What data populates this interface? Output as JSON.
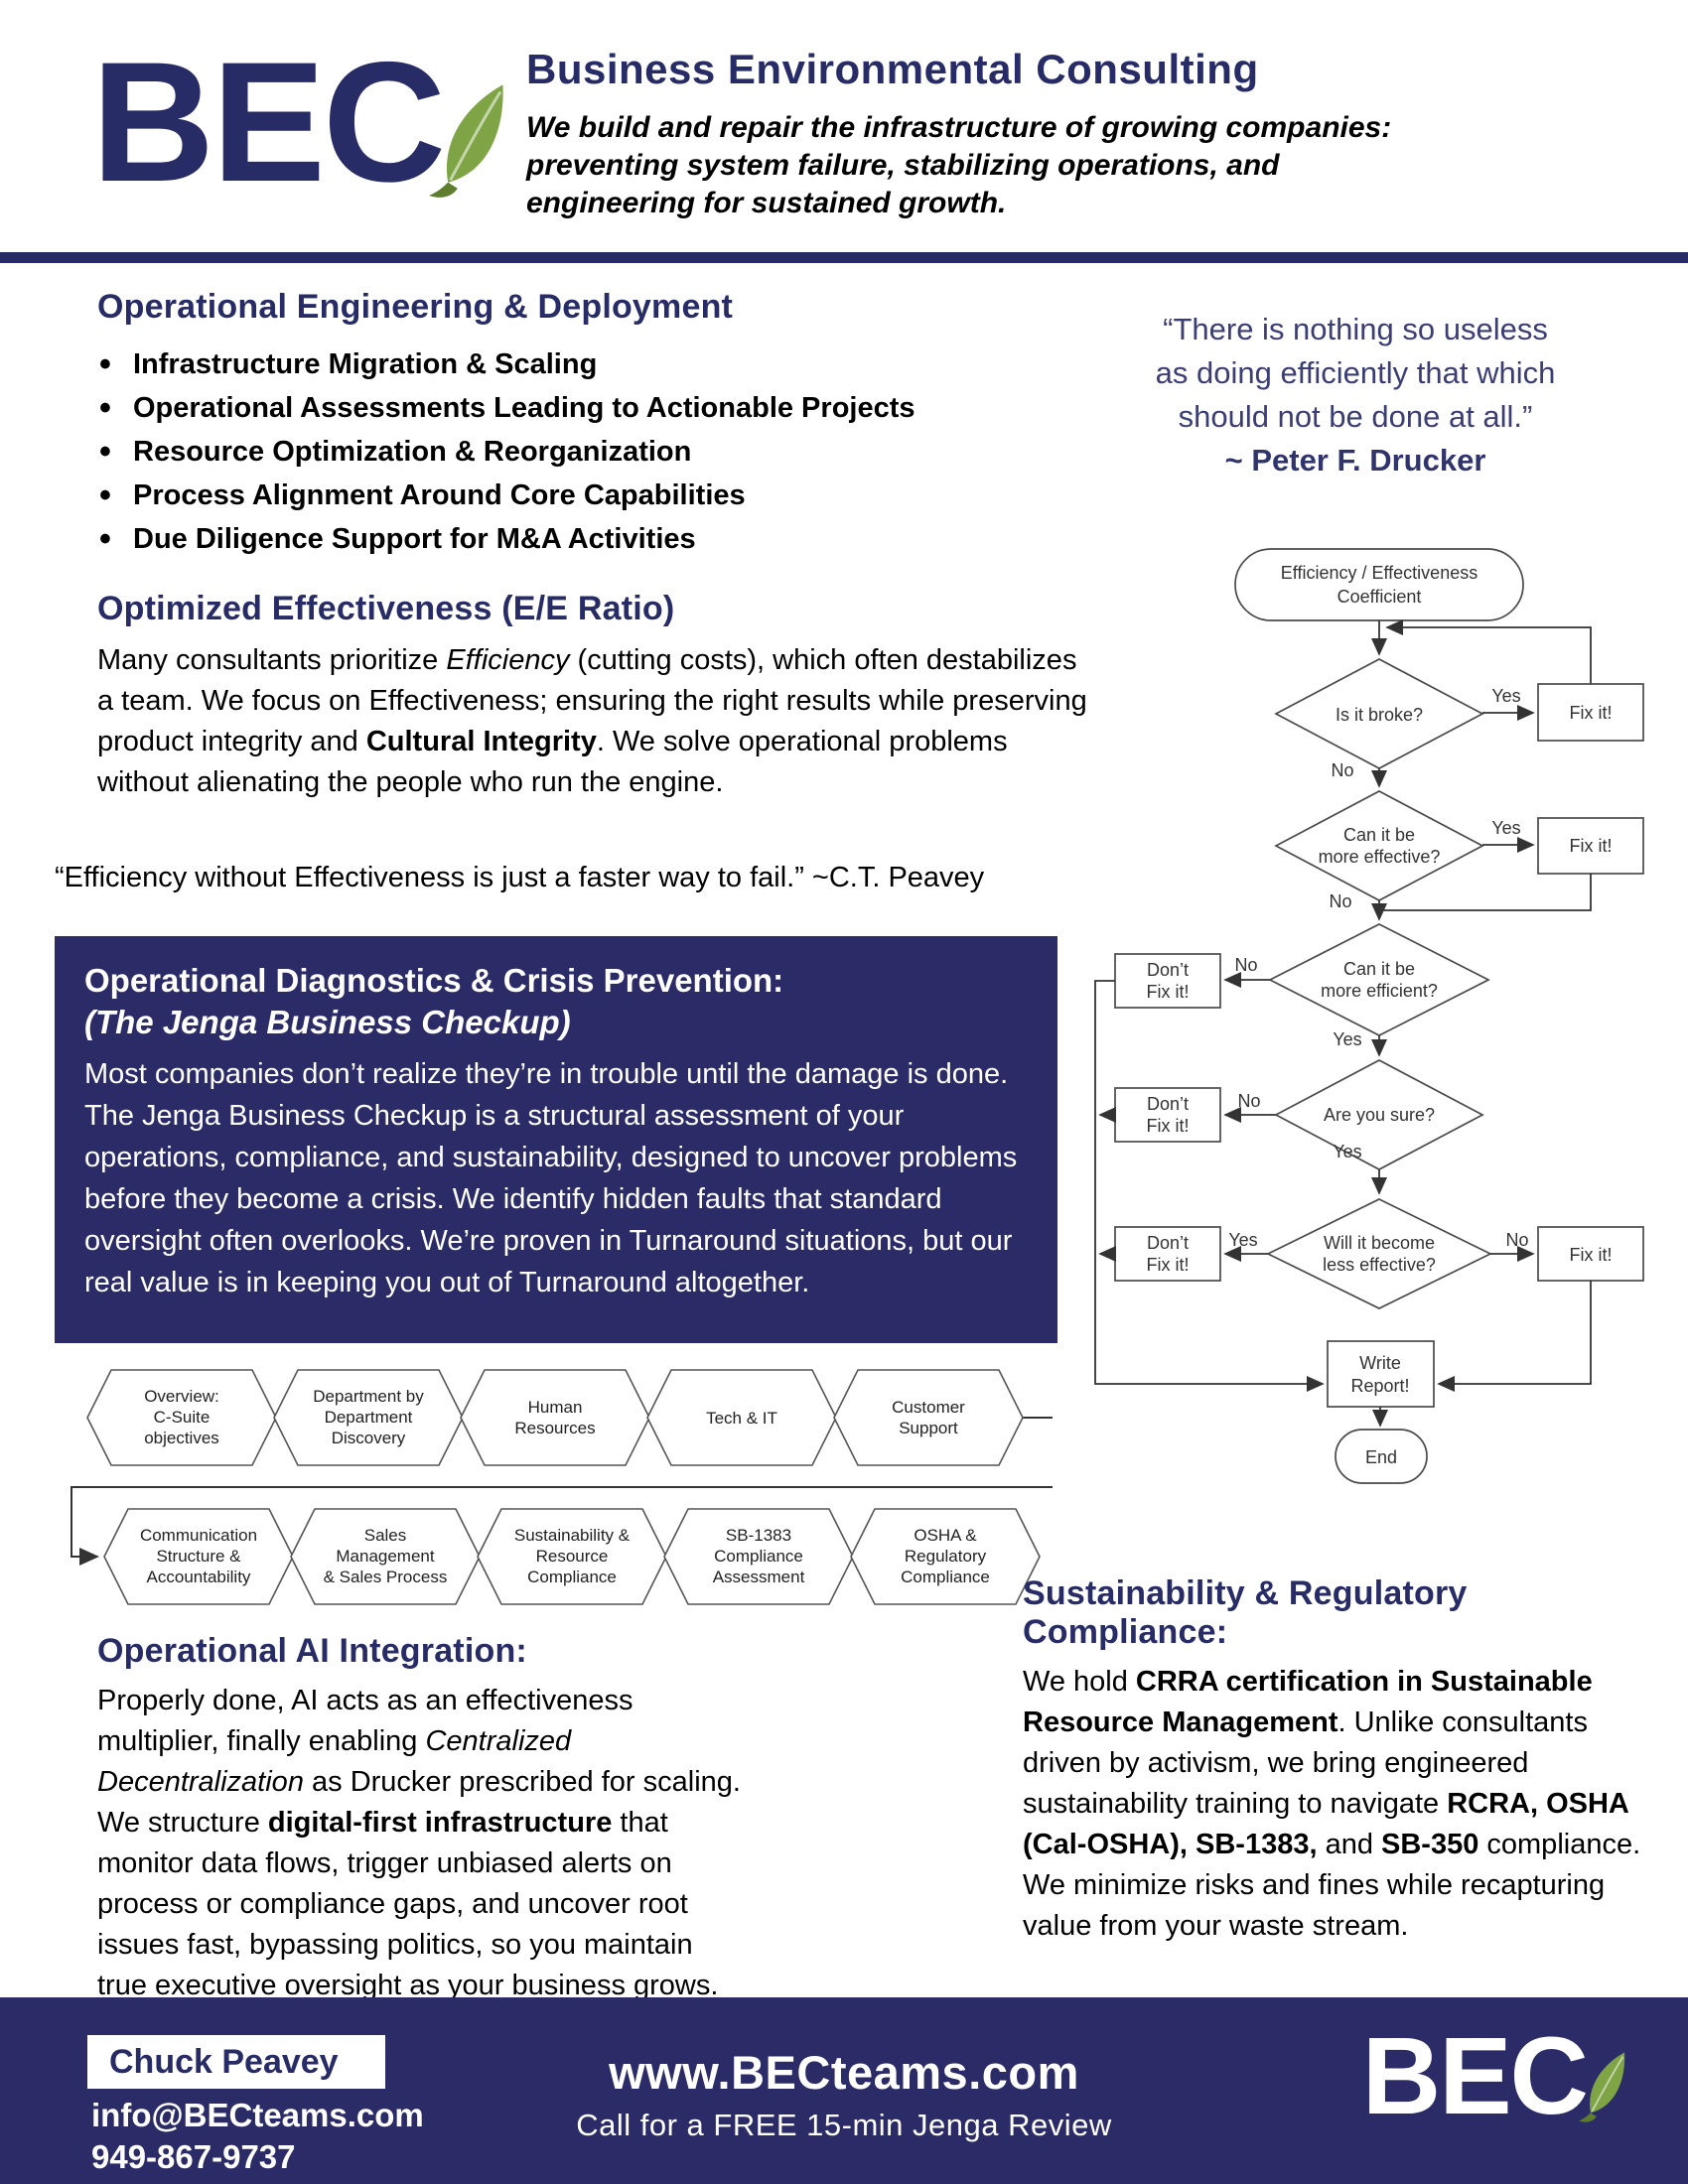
{
  "header": {
    "logo_text": "BEC",
    "title": "Business Environmental Consulting",
    "tagline_lines": [
      "We build and repair the infrastructure of growing companies:",
      "preventing system failure, stabilizing operations, and",
      "engineering for sustained growth."
    ]
  },
  "colors": {
    "navy": "#2b2b68",
    "heading_navy": "#272c67",
    "leaf_green": "#7ea445",
    "leaf_dark_green": "#5f7e2d"
  },
  "sections": {
    "operational_engineering": {
      "heading": "Operational Engineering & Deployment",
      "bullets": [
        "Infrastructure Migration & Scaling",
        "Operational Assessments Leading to Actionable Projects",
        "Resource Optimization & Reorganization",
        "Process Alignment Around Core Capabilities",
        "Due Diligence Support for M&A Activities"
      ]
    },
    "optimized_effectiveness": {
      "heading": "Optimized Effectiveness (E/E Ratio)",
      "body": [
        {
          "text": "Many consultants prioritize ",
          "style": "normal"
        },
        {
          "text": "Efficiency",
          "style": "italic"
        },
        {
          "text": " (cutting costs), which often destabilizes a team. We focus on Effectiveness; ensuring the right results while preserving product integrity and ",
          "style": "normal"
        },
        {
          "text": "Cultural Integrity",
          "style": "bold"
        },
        {
          "text": ". We solve operational problems without alienating the people who run the engine.",
          "style": "normal"
        }
      ]
    },
    "peavey_quote": "“Efficiency without Effectiveness is just a faster way to fail.” ~C.T. Peavey",
    "drucker_quote": {
      "lines": [
        "“There is nothing so useless",
        "as doing efficiently that which",
        "should not be done at all.”"
      ],
      "attribution": "~ Peter F. Drucker"
    },
    "jenga": {
      "heading": "Operational Diagnostics & Crisis Prevention:",
      "subheading": "(The Jenga Business Checkup)",
      "body": "Most companies don’t realize they’re in trouble until the damage is done. The Jenga Business Checkup is a structural assessment of your operations, compliance, and sustainability, designed to uncover problems before they become a crisis. We identify hidden faults that standard oversight often overlooks. We’re proven in Turnaround situations, but our real value is in keeping you out of Turnaround altogether."
    },
    "ai": {
      "heading": "Operational AI Integration:",
      "body": [
        {
          "text": "Properly done, AI acts as an effectiveness multiplier, finally enabling ",
          "style": "normal"
        },
        {
          "text": "Centralized Decentralization",
          "style": "italic"
        },
        {
          "text": " as Drucker prescribed for scaling. We structure ",
          "style": "normal"
        },
        {
          "text": "digital-first infrastructure",
          "style": "bold"
        },
        {
          "text": " that monitor data flows, trigger unbiased alerts on process or compliance gaps, and uncover root issues fast, bypassing politics, so you maintain true executive oversight as your business grows.",
          "style": "normal"
        }
      ]
    },
    "sustainability": {
      "heading": "Sustainability & Regulatory Compliance:",
      "body": [
        {
          "text": "We hold ",
          "style": "normal"
        },
        {
          "text": "CRRA certification in Sustainable Resource Management",
          "style": "bold"
        },
        {
          "text": ". Unlike consultants driven by activism, we bring engineered sustainability training to navigate ",
          "style": "normal"
        },
        {
          "text": "RCRA, OSHA (Cal-OSHA), SB-1383,",
          "style": "bold"
        },
        {
          "text": " and ",
          "style": "normal"
        },
        {
          "text": "SB-350",
          "style": "bold"
        },
        {
          "text": " compliance. We minimize risks and fines while recapturing value from your waste stream.",
          "style": "normal"
        }
      ]
    }
  },
  "process": {
    "row1": [
      [
        "Overview:",
        "C-Suite",
        "objectives"
      ],
      [
        "Department by",
        "Department",
        "Discovery"
      ],
      [
        "Human",
        "Resources"
      ],
      [
        "Tech & IT"
      ],
      [
        "Customer",
        "Support"
      ]
    ],
    "row2": [
      [
        "Communication",
        "Structure &",
        "Accountability"
      ],
      [
        "Sales",
        "Management",
        "& Sales Process"
      ],
      [
        "Sustainability &",
        "Resource",
        "Compliance"
      ],
      [
        "SB-1383",
        "Compliance",
        "Assessment"
      ],
      [
        "OSHA &",
        "Regulatory",
        "Compliance"
      ]
    ]
  },
  "flowchart": {
    "start_lines": [
      "Efficiency / Effectiveness",
      "Coefficient"
    ],
    "decisions": {
      "is_it_broke": "Is it broke?",
      "more_effective": [
        "Can it be",
        "more effective?"
      ],
      "more_efficient": [
        "Can it be",
        "more efficient?"
      ],
      "are_you_sure": "Are you sure?",
      "less_effective": [
        "Will it become",
        "less effective?"
      ]
    },
    "fix_label": "Fix it!",
    "dont_fix_lines": [
      "Don’t",
      "Fix it!"
    ],
    "yes_label": "Yes",
    "no_label": "No",
    "report_lines": [
      "Write",
      "Report!"
    ],
    "end_label": "End"
  },
  "footer": {
    "name": "Chuck Peavey",
    "email": "info@BECteams.com",
    "phone": "949-867-9737",
    "website": "www.BECteams.com",
    "cta": "Call for a FREE 15-min Jenga Review",
    "logo_text": "BEC"
  }
}
